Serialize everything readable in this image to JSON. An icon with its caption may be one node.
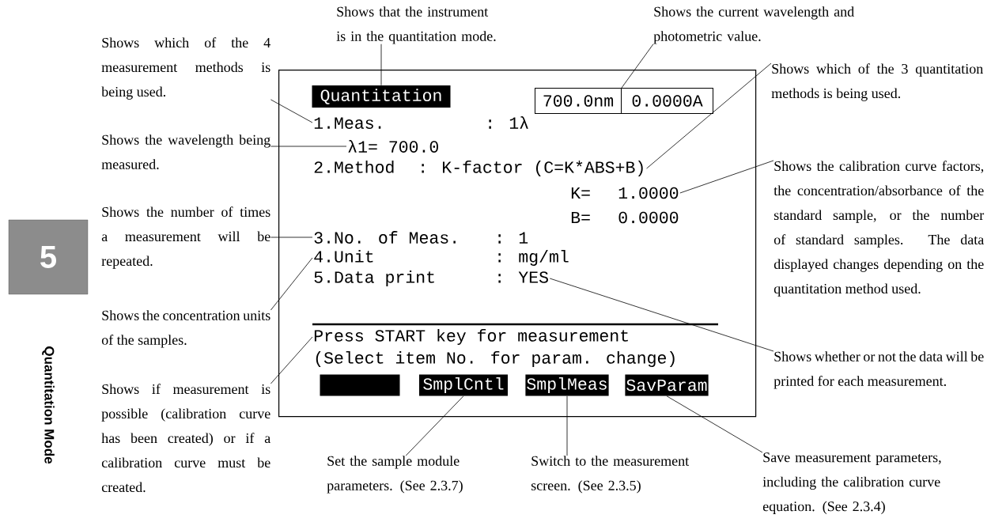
{
  "diagram": {
    "nodes": [
      {
        "text": [],
        "shape": "box"
      },
      {
        "text": [
          "Quantitation"
        ],
        "in": 0
      },
      {
        "text": [
          "700.0nm"
        ],
        "in": 0
      },
      {
        "text": [
          "0.0000A"
        ],
        "in": 0
      },
      {
        "text": [
          "1.Meas.",
          ": 1λ"
        ],
        "in": 0
      },
      {
        "text": [
          "λ1= 700.0"
        ],
        "in": 0
      },
      {
        "text": [
          "2.Method",
          ": K-factor (C=K*ABS+B)"
        ],
        "in": 0
      },
      {
        "text": [
          "K=",
          "1.0000"
        ],
        "in": 0
      },
      {
        "text": [
          "B=",
          "0.0000"
        ],
        "in": 0
      },
      {
        "text": [
          "3.No. of Meas.",
          ": 1"
        ],
        "in": 0
      },
      {
        "text": [
          "4.Unit",
          ": mg/ml"
        ],
        "in": 0
      },
      {
        "text": [
          "5.Data print",
          ": YES"
        ],
        "in": 0
      },
      {
        "text": [
          "Press START key for measurement"
        ],
        "in": 0
      },
      {
        "text": [
          "(Select item No. for param. change)"
        ],
        "in": 0
      },
      {
        "text": [],
        "shape": "bar",
        "in": 0
      },
      {
        "text": [
          "SmplCntl"
        ],
        "in": 0
      },
      {
        "text": [
          "SmplMeas"
        ],
        "in": 0
      },
      {
        "text": [
          "SavParam"
        ],
        "in": 0
      },
      {
        "text": [
          "Shows that the instrument is in the quantitation mode."
        ]
      },
      {
        "text": [
          "Shows the current wavelength and photometric value."
        ]
      },
      {
        "text": [
          "Shows which of the 4 measurement methods is being used."
        ]
      },
      {
        "text": [
          "Shows the wavelength being measured."
        ]
      },
      {
        "text": [
          "Shows which of the 3 quantitation methods is being used."
        ]
      },
      {
        "text": [
          "Shows the calibration curve factors, the concentration/absorbance of the standard sample, or the number of standard samples. The data displayed changes depending on the quantitation method used."
        ]
      },
      {
        "text": [
          "Shows the number of times a measurement will be repeated."
        ]
      },
      {
        "text": [
          "Shows the concentration units of the samples."
        ]
      },
      {
        "text": [
          "Shows whether or not the data will be printed for each measurement."
        ]
      },
      {
        "text": [
          "Shows if measurement is possible (calibration curve has been created) or if a calibration curve must be created."
        ]
      },
      {
        "text": [
          "Set the sample module parameters. (See 2.3.7)"
        ]
      },
      {
        "text": [
          "Switch to the measurement screen. (See 2.3.5)"
        ]
      },
      {
        "text": [
          "Save measurement parameters, including the calibration curve equation. (See 2.3.4)"
        ]
      },
      {
        "text": [
          "5"
        ]
      }
    ],
    "edges": [
      {
        "from": 18,
        "to": 1,
        "arrow": "none"
      },
      {
        "from": 19,
        "to": 2,
        "arrow": "none"
      },
      {
        "from": 20,
        "to": 4,
        "arrow": "none"
      },
      {
        "from": 21,
        "to": 5,
        "arrow": "none"
      },
      {
        "from": 22,
        "to": 6,
        "arrow": "none"
      },
      {
        "from": 23,
        "to": 7,
        "arrow": "none"
      },
      {
        "from": 24,
        "to": 9,
        "arrow": "none"
      },
      {
        "from": 25,
        "to": 10,
        "arrow": "none"
      },
      {
        "from": 26,
        "to": 11,
        "arrow": "none"
      },
      {
        "from": 27,
        "to": 12,
        "arrow": "none"
      },
      {
        "from": 28,
        "to": 15,
        "arrow": "none"
      },
      {
        "from": 29,
        "to": 16,
        "arrow": "none"
      },
      {
        "from": 30,
        "to": 17,
        "arrow": "none"
      }
    ],
    "labels": [
      "Quantitation Mode"
    ]
  }
}
